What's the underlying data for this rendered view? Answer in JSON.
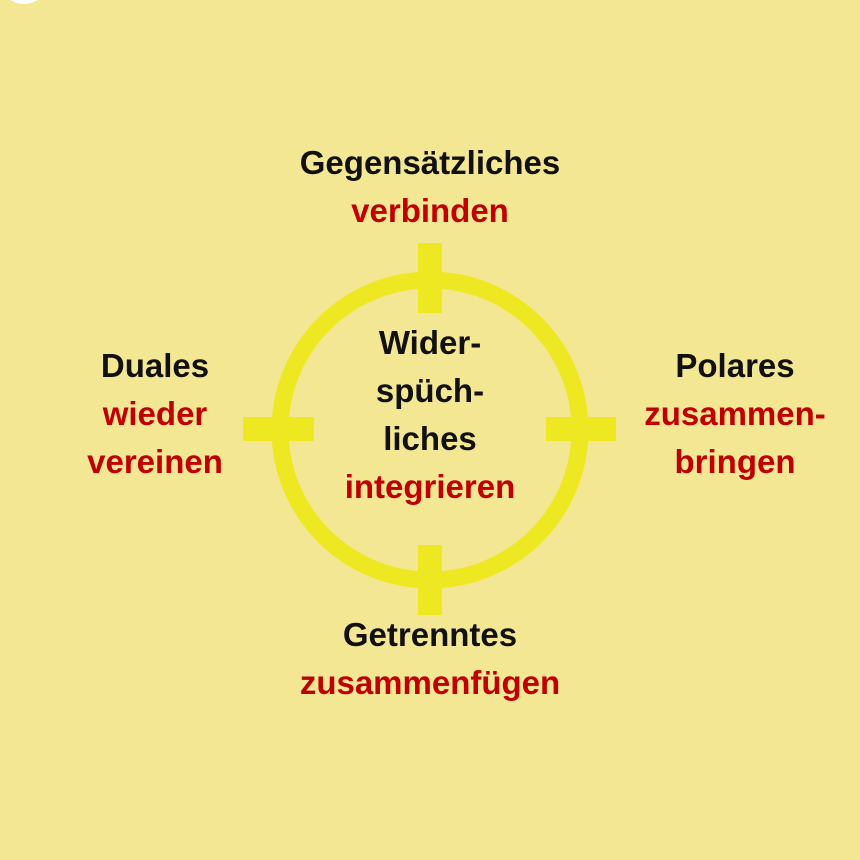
{
  "colors": {
    "background": "#F4E794",
    "ring": "#EEE822",
    "accent": "#C00000",
    "text": "#111111"
  },
  "top": {
    "line1": "Gegensätzliches",
    "line2": "verbinden"
  },
  "left": {
    "line1": "Duales",
    "line2": "wieder",
    "line3": "vereinen"
  },
  "right": {
    "line1": "Polares",
    "line2": "zusammen-",
    "line3": "bringen"
  },
  "bottom": {
    "line1": "Getrenntes",
    "line2": "zusammenfügen"
  },
  "center": {
    "line1": "Wider-",
    "line2": "spüch-",
    "line3": "liches",
    "line4": "integrieren"
  }
}
